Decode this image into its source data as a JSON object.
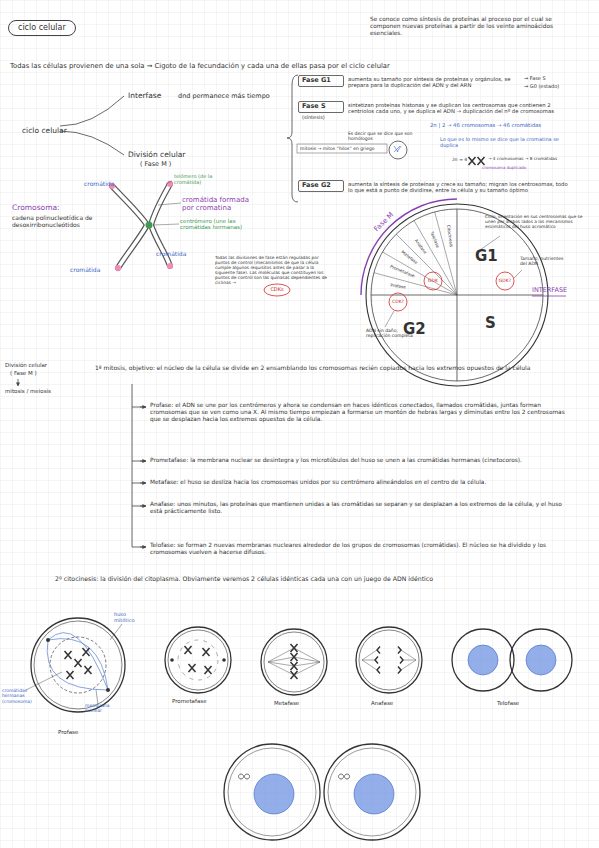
{
  "diagram": {
    "title": "ciclo celular",
    "nodes": [
      {
        "text": [
          "Fase G1"
        ]
      },
      {
        "text": [
          "Fase S",
          "(síntesis)"
        ]
      },
      {
        "text": [
          "Fase G2"
        ]
      },
      {
        "text": [
          "G1",
          "S",
          "G2"
        ]
      },
      {
        "text": [
          "Profase"
        ]
      },
      {
        "text": [
          "Prometafase"
        ]
      },
      {
        "text": [
          "Metafase"
        ]
      },
      {
        "text": [
          "Anafase"
        ]
      },
      {
        "text": [
          "Telofase"
        ]
      }
    ],
    "labels": [
      "Se conoce como síntesis de proteínas al proceso por el cual se componen nuevas proteínas a partir de los veinte aminoácidos esenciales.",
      "Todas las células provienen de una sola → Cigoto de la fecundación y cada una de ellas pasa por el ciclo celular",
      "ciclo celular",
      "Interfase",
      "dnd permanece más tiempo",
      "División celular",
      "( Fase M )",
      "aumenta su tamaño por síntesis de proteínas y orgánulos, se prepara para la duplicación del ADN y del ARN",
      "→ Fase S",
      "→ G0 (estado)",
      "sintetizan proteínas histonas y se duplican los centrosomas que contienen 2 centriolos cada uno, y se duplica el ADN → duplicación del nº de cromosomas",
      "2n | 2 → 46 cromosomas → 46 cromátidas",
      "Es decir que se dice que son homólogos",
      "Lo que es lo mismo se dice que la cromatina se duplica",
      "mitosis → mitos “hilos” en griego",
      "2n = 4",
      "→ 4 cromosomas → 8 cromátidas",
      "cromosoma duplicado",
      "aumenta la síntesis de proteínas y crece su tamaño; migran los centrosomas, todo lo que está a punto de dividirse, entre la célula y su tamaño óptimo",
      "cromátida",
      "telómero (de la cromátida)",
      "cromátida formada por cromatina",
      "centrómero (une las cromátidas hermanas)",
      "cromátida",
      "cromátida",
      "Cromosoma:",
      "cadena polinucleotídica de desoxirribonucleótidos",
      "Todas las divisiones de fase están reguladas por puntos de control (mecanismos de que la célula cumple algunos requisitos antes de pasar a la siguiente fase). Las moléculas que constituyen los puntos de control son las quinasas dependientes de ciclinas →",
      "CDKs",
      "Fase M",
      "Profase",
      "Prometafase",
      "Metafase",
      "Anafase",
      "Telofase",
      "Citocinesis",
      "CDK?",
      "GDK",
      "GDK?",
      "Ciclo, orientación en sus centrosomas que se unen por ambos lados a los mecanismos enzimáticos del huso acromático",
      "Tamaño, nutrientes del ADN",
      "INTERFASE",
      "ADN sin daño, replicación completa",
      "División celular",
      "( Fase M )",
      "mitosis / meiosis",
      "1º mitosis, objetivo: el núcleo de la célula se divide en 2 ensamblando los cromosomas recién copiados hacia los extremos opuestos de la célula",
      "Profase: el ADN se une por los centrómeros y ahora se condensan en haces idénticos conectados, llamados cromátidas, juntas forman cromosomas que se ven como una X. Al mismo tiempo empiezan a formarse un montón de hebras largas y diminutas entre los 2 centrosomas que se desplazan hacia los extremos opuestos de la célula.",
      "Prometafase: la membrana nuclear se desintegra y los microtúbulos del huso se unen a las cromátidas hermanas (cinetocoros).",
      "Metafase: el huso se desliza hacia los cromosomas unidos por su centrómero alineándolos en el centro de la célula.",
      "Anafase: unos minutos, las proteínas que mantienen unidas a las cromátidas se separan y se desplazan a los extremos de la célula, y el huso está prácticamente listo.",
      "Telofase: se forman 2 nuevas membranas nucleares alrededor de los grupos de cromosomas (cromátidas). El núcleo se ha dividido y los cromosomas vuelven a hacerse difusos.",
      "2º citocinesis: la división del citoplasma. Obviamente veremos 2 células idénticas cada una con un juego de ADN idéntico",
      "huso mitótico",
      "cromátidas hermanas (cromosoma)",
      "membrana nuclear"
    ]
  }
}
